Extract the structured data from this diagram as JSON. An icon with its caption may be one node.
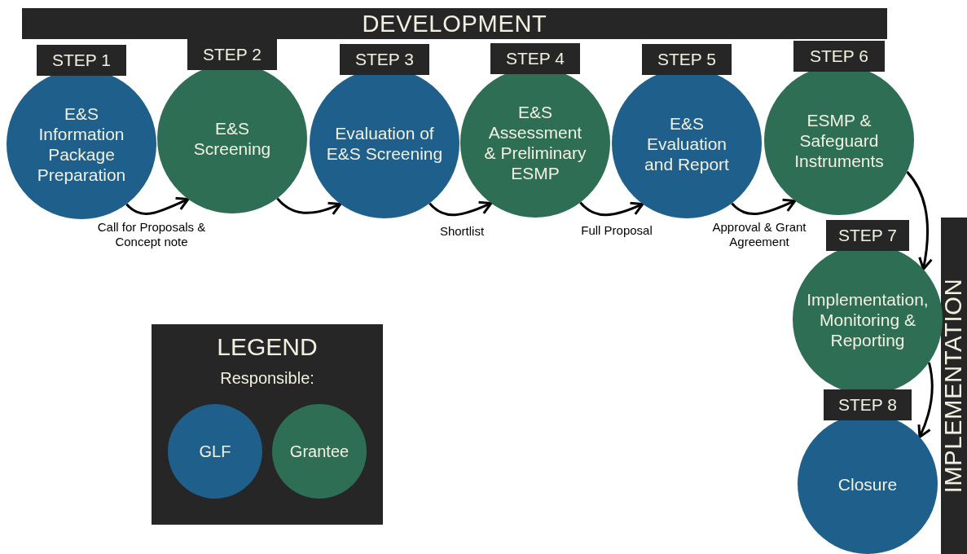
{
  "diagram": {
    "nodes": [
      {
        "text": [
          "DEVELOPMENT"
        ]
      },
      {
        "text": [
          "IMPLEMENTATION"
        ]
      },
      {
        "text": [
          "STEP 1",
          "E&S Information Package Preparation"
        ]
      },
      {
        "text": [
          "STEP 2",
          "E&S Screening"
        ]
      },
      {
        "text": [
          "STEP 3",
          "Evaluation of E&S Screening"
        ]
      },
      {
        "text": [
          "STEP 4",
          "E&S Assessment & Preliminary ESMP"
        ]
      },
      {
        "text": [
          "STEP 5",
          "E&S Evaluation and Report"
        ]
      },
      {
        "text": [
          "STEP 6",
          "ESMP & Safeguard Instruments"
        ]
      },
      {
        "text": [
          "STEP 7",
          "Implementation, Monitoring & Reporting"
        ]
      },
      {
        "text": [
          "STEP 8",
          "Closure"
        ]
      }
    ],
    "edges": [
      {
        "from": 2,
        "to": 3,
        "arrow": "to",
        "label": "Call for Proposals & Concept note"
      },
      {
        "from": 3,
        "to": 4,
        "arrow": "to"
      },
      {
        "from": 4,
        "to": 5,
        "arrow": "to",
        "label": "Shortlist"
      },
      {
        "from": 5,
        "to": 6,
        "arrow": "to",
        "label": "Full Proposal"
      },
      {
        "from": 6,
        "to": 7,
        "arrow": "to",
        "label": "Approval & Grant Agreement"
      },
      {
        "from": 7,
        "to": 8,
        "arrow": "to"
      },
      {
        "from": 8,
        "to": 9,
        "arrow": "to"
      }
    ],
    "labels": [
      "LEGEND",
      "Responsible:"
    ],
    "legend": [
      {
        "text": "GLF",
        "color": "#1f5f8b"
      },
      {
        "text": "Grantee",
        "color": "#2e6e55"
      }
    ]
  }
}
